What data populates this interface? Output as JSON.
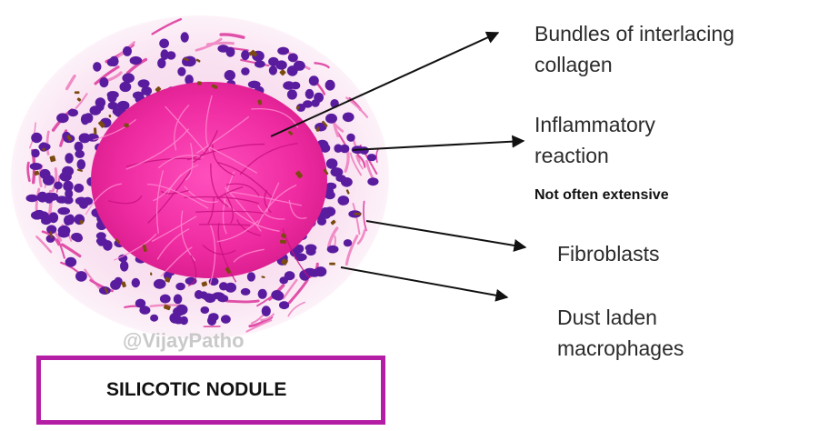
{
  "title": "SILICOTIC NODULE",
  "watermark": "@VijayPatho",
  "labels": {
    "collagen": [
      "Bundles of interlacing",
      "collagen"
    ],
    "inflammatory": [
      "Inflammatory",
      "reaction"
    ],
    "inflammatory_note": "Not often extensive",
    "fibroblasts": [
      "Fibroblasts"
    ],
    "macrophages": [
      "Dust laden",
      "macrophages"
    ]
  },
  "colors": {
    "collagen_core": "#ee2aa0",
    "lymphocyte": "#5a1c9e",
    "dust": "#7a4a10",
    "halo": "#f7dced",
    "box_border": "#b41ea5",
    "arrow": "#111111"
  }
}
